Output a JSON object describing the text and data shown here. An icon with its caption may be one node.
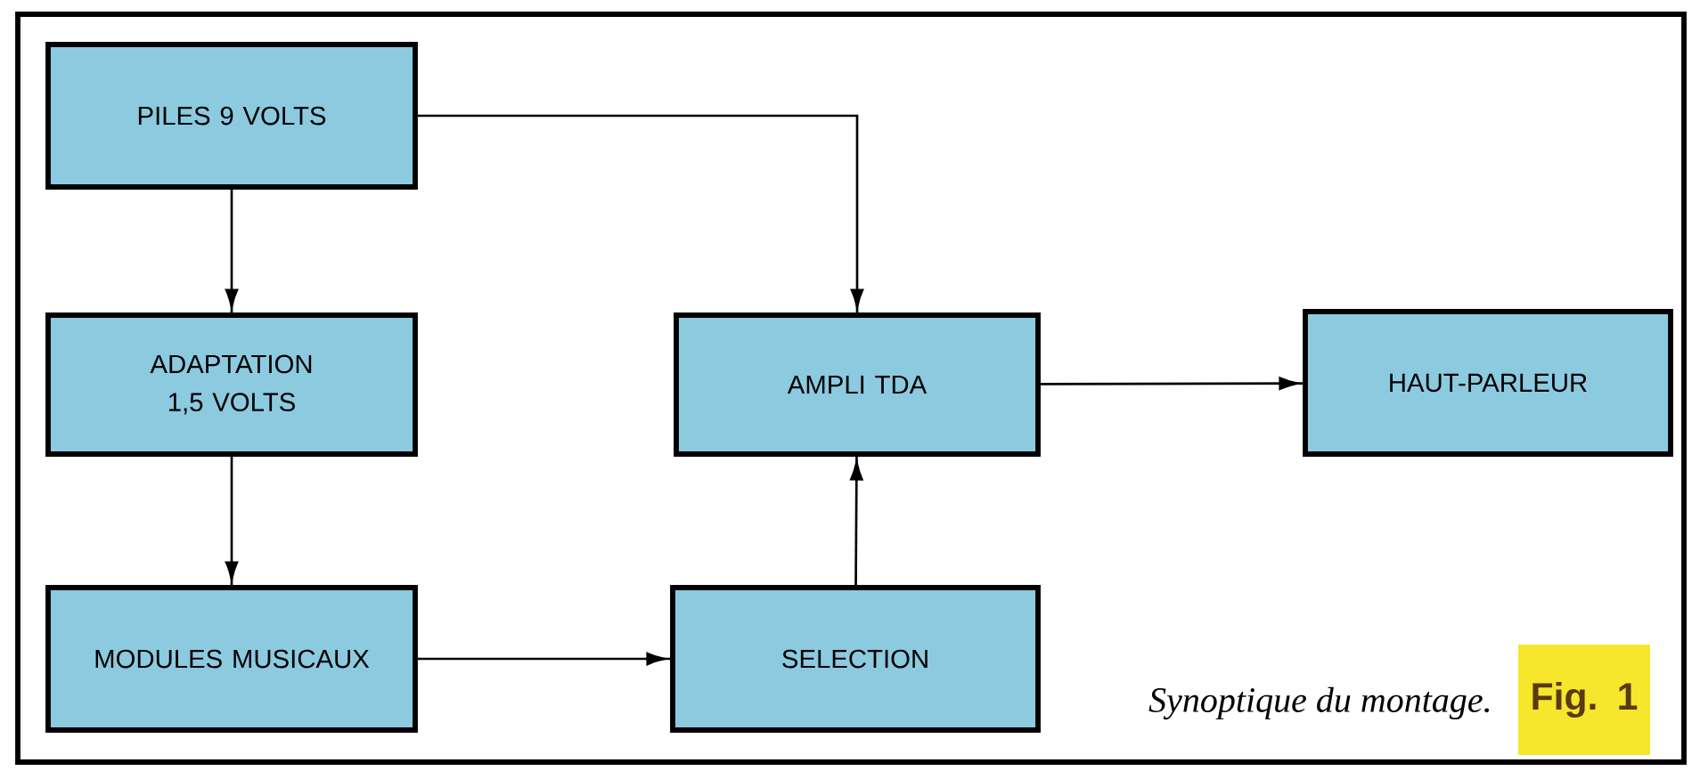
{
  "diagram": {
    "caption": "Synoptique du montage.",
    "nodes": [
      {
        "text": [
          "PILES 9 VOLTS"
        ]
      },
      {
        "text": [
          "ADAPTATION 1,5 VOLTS"
        ]
      },
      {
        "text": [
          "MODULES MUSICAUX"
        ]
      },
      {
        "text": [
          "SELECTION"
        ]
      },
      {
        "text": [
          "AMPLI TDA"
        ]
      },
      {
        "text": [
          "HAUT-PARLEUR"
        ]
      },
      {
        "text": [
          "Fig. 1"
        ]
      }
    ],
    "edges": [
      {
        "from": 0,
        "to": 1,
        "arrow": "to"
      },
      {
        "from": 1,
        "to": 2,
        "arrow": "to"
      },
      {
        "from": 2,
        "to": 3,
        "arrow": "to"
      },
      {
        "from": 3,
        "to": 4,
        "arrow": "to"
      },
      {
        "from": 0,
        "to": 4,
        "arrow": "to"
      },
      {
        "from": 4,
        "to": 5,
        "arrow": "to"
      }
    ]
  }
}
